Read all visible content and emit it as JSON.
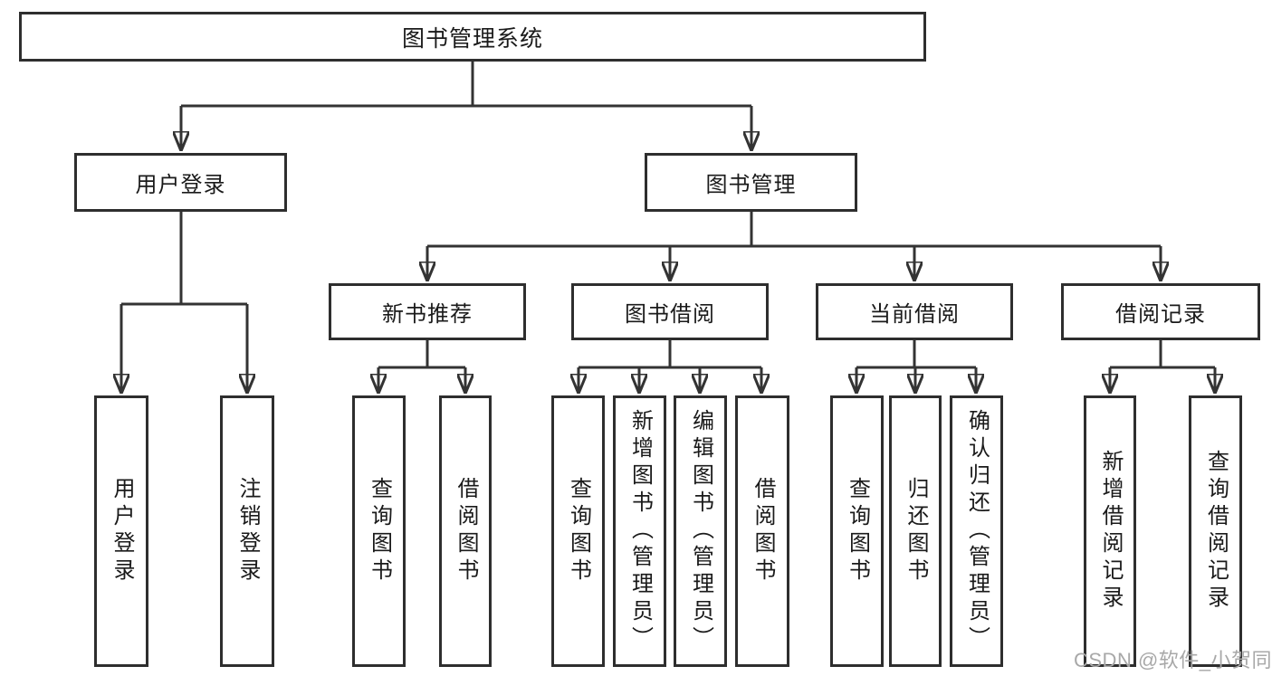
{
  "diagram": {
    "root": {
      "label": "图书管理系统"
    },
    "level2": {
      "user_login": {
        "label": "用户登录"
      },
      "book_management": {
        "label": "图书管理"
      }
    },
    "level3": {
      "new_book_recommendation": {
        "label": "新书推荐"
      },
      "book_borrowing": {
        "label": "图书借阅"
      },
      "current_borrowing": {
        "label": "当前借阅"
      },
      "borrowing_records": {
        "label": "借阅记录"
      }
    },
    "level4": {
      "user_login": {
        "label": "用户登录"
      },
      "logout": {
        "label": "注销登录"
      },
      "nb_query_books": {
        "label": "查询图书"
      },
      "nb_borrow_books": {
        "label": "借阅图书"
      },
      "bb_query_books": {
        "label": "查询图书"
      },
      "bb_add_books_admin": {
        "label": "新增图书（管理员）"
      },
      "bb_edit_books_admin": {
        "label": "编辑图书（管理员）"
      },
      "bb_borrow_books": {
        "label": "借阅图书"
      },
      "cb_query_books": {
        "label": "查询图书"
      },
      "cb_return_books": {
        "label": "归还图书"
      },
      "cb_confirm_return_admin": {
        "label": "确认归还（管理员）"
      },
      "br_add_borrow_record": {
        "label": "新增借阅记录"
      },
      "br_query_borrow_record": {
        "label": "查询借阅记录"
      }
    }
  },
  "watermark": {
    "text": "CSDN @软件_小贺同学"
  },
  "colors": {
    "line": "#333333",
    "box_border": "#2e2e2e",
    "text": "#1a1a1a",
    "watermark": "#a8a8a8",
    "background": "#ffffff"
  }
}
